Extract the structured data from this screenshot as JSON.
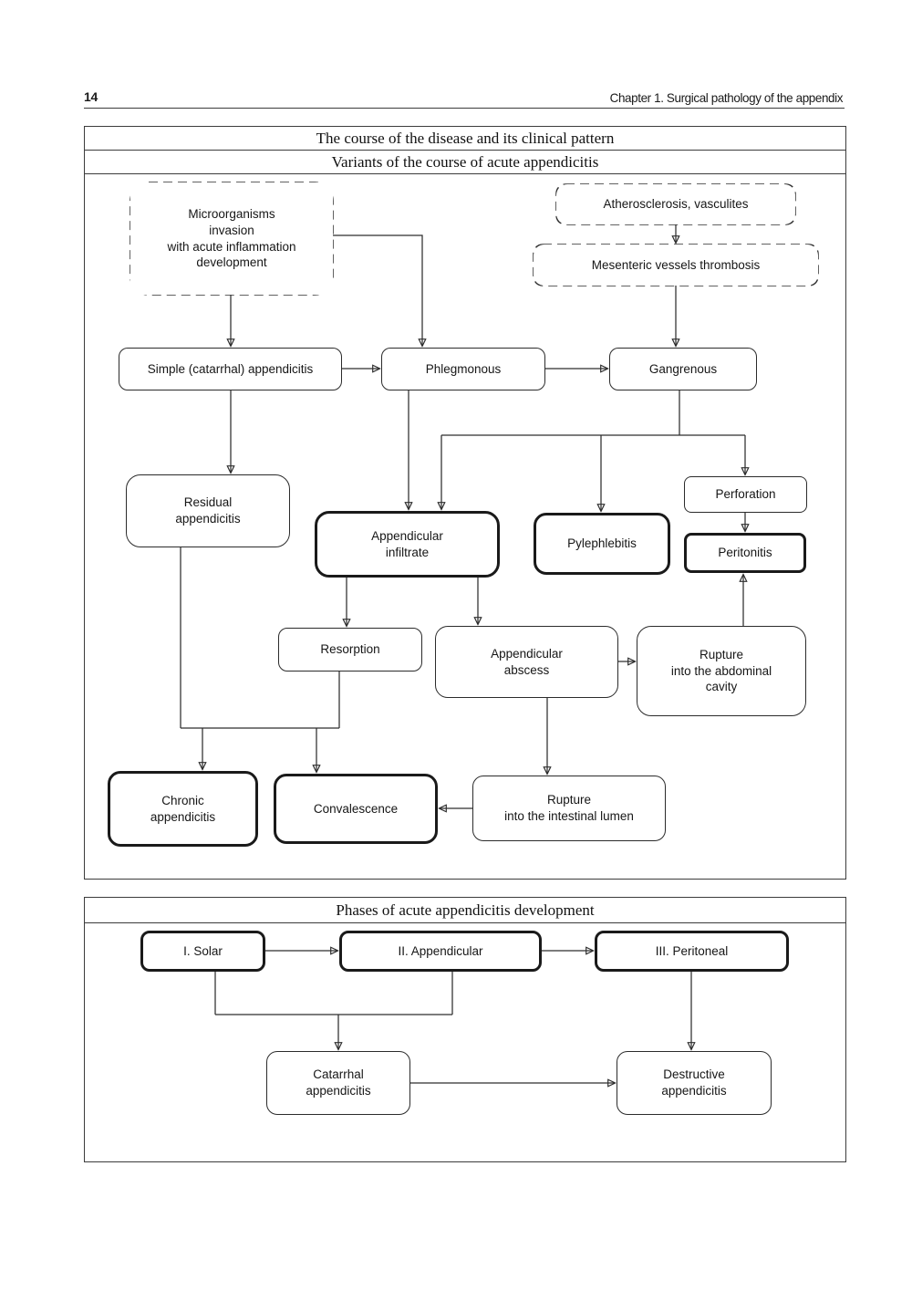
{
  "header": {
    "page_number": "14",
    "chapter_title": "Chapter 1. Surgical pathology of the appendix"
  },
  "variants_panel": {
    "title": "The course of the disease and its clinical pattern",
    "subtitle": "Variants of the course of acute appendicitis",
    "nodes": {
      "microorganisms": {
        "label": "Microorganisms\ninvasion\nwith acute inflammation\ndevelopment"
      },
      "atherosclerosis": {
        "label": "Atherosclerosis, vasculites"
      },
      "mesenteric_thrombosis": {
        "label": "Mesenteric vessels thrombosis"
      },
      "simple_appendicitis": {
        "label": "Simple (catarrhal) appendicitis"
      },
      "phlegmonous": {
        "label": "Phlegmonous"
      },
      "gangrenous": {
        "label": "Gangrenous"
      },
      "residual_appendicitis": {
        "label": "Residual\nappendicitis"
      },
      "appendicular_infiltrate": {
        "label": "Appendicular\ninfiltrate"
      },
      "pylephlebitis": {
        "label": "Pylephlebitis"
      },
      "perforation": {
        "label": "Perforation"
      },
      "peritonitis": {
        "label": "Peritonitis"
      },
      "resorption": {
        "label": "Resorption"
      },
      "appendicular_abscess": {
        "label": "Appendicular\nabscess"
      },
      "rupture_abdominal_cavity": {
        "label": "Rupture\ninto the abdominal\ncavity"
      },
      "chronic_appendicitis": {
        "label": "Chronic\nappendicitis"
      },
      "convalescence": {
        "label": "Convalescence"
      },
      "rupture_intestinal_lumen": {
        "label": "Rupture\ninto the intestinal lumen"
      }
    }
  },
  "phases_panel": {
    "title": "Phases of acute appendicitis development",
    "nodes": {
      "solar": {
        "label": "I. Solar"
      },
      "appendicular": {
        "label": "II. Appendicular"
      },
      "peritoneal": {
        "label": "III. Peritoneal"
      },
      "catarrhal": {
        "label": "Catarrhal\nappendicitis"
      },
      "destructive": {
        "label": "Destructive\nappendicitis"
      }
    }
  },
  "colors": {
    "ink": "#1f1f1f",
    "paper": "#ffffff"
  }
}
